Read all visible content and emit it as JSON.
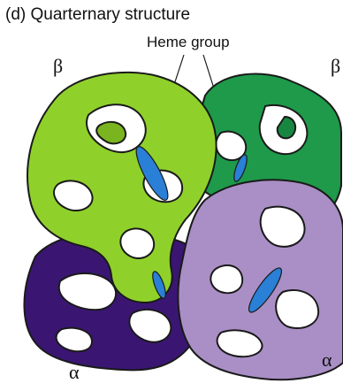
{
  "figure": {
    "title": "(d) Quarternary structure",
    "heme_label": "Heme group",
    "subunits": {
      "beta_left": "β",
      "beta_right": "β",
      "alpha_left": "α",
      "alpha_right": "α"
    },
    "colors": {
      "beta_left": "#8fd12a",
      "beta_right": "#1e9a4a",
      "alpha_left": "#3a1672",
      "alpha_right": "#a98fc6",
      "heme": "#2a7fd6",
      "outline": "#1a1a1a"
    }
  }
}
